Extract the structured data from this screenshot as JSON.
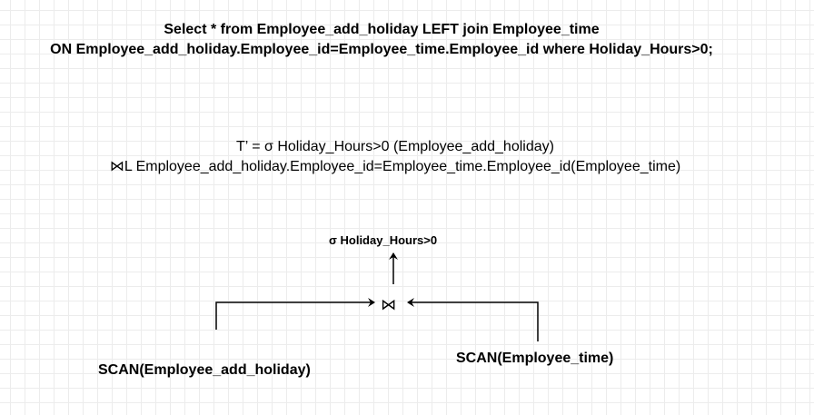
{
  "sql": {
    "line1": "Select * from Employee_add_holiday LEFT join Employee_time",
    "line2": "ON Employee_add_holiday.Employee_id=Employee_time.Employee_id where Holiday_Hours>0;"
  },
  "relational_algebra": {
    "line1": "T’ = σ Holiday_Hours>0 (Employee_add_holiday)",
    "line2": "⋈L Employee_add_holiday.Employee_id=Employee_time.Employee_id(Employee_time)"
  },
  "query_tree": {
    "selection": "σ Holiday_Hours>0",
    "join": "⋈",
    "left_scan": "SCAN(Employee_add_holiday)",
    "right_scan": "SCAN(Employee_time)"
  },
  "colors": {
    "grid": "#ececec",
    "stroke": "#000000",
    "text": "#000000"
  }
}
